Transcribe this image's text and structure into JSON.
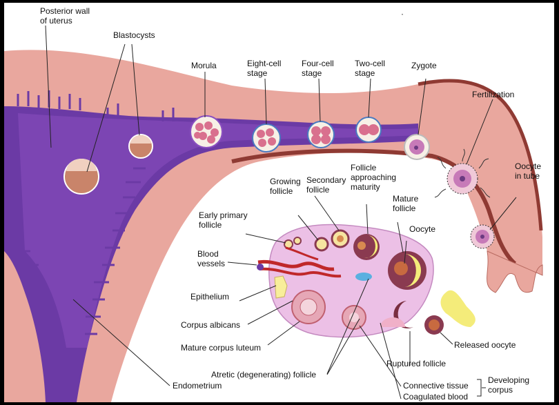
{
  "labels": {
    "posterior_wall": [
      "Posterior wall",
      "of uterus"
    ],
    "blastocysts": [
      "Blastocysts"
    ],
    "morula": [
      "Morula"
    ],
    "eight_cell": [
      "Eight-cell",
      "stage"
    ],
    "four_cell": [
      "Four-cell",
      "stage"
    ],
    "two_cell": [
      "Two-cell",
      "stage"
    ],
    "zygote": [
      "Zygote"
    ],
    "fertilization": [
      "Fertilization"
    ],
    "oocyte_in_tube": [
      "Oocyte",
      "in tube"
    ],
    "growing_follicle": [
      "Growing",
      "follicle"
    ],
    "secondary_follicle": [
      "Secondary",
      "follicle"
    ],
    "follicle_approaching_maturity": [
      "Follicle",
      "approaching",
      "maturity"
    ],
    "mature_follicle": [
      "Mature",
      "follicle"
    ],
    "oocyte": [
      "Oocyte"
    ],
    "early_primary_follicle": [
      "Early primary",
      "follicle"
    ],
    "blood_vessels": [
      "Blood",
      "vessels"
    ],
    "epithelium": [
      "Epithelium"
    ],
    "corpus_albicans": [
      "Corpus albicans"
    ],
    "mature_corpus_luteum": [
      "Mature corpus luteum"
    ],
    "atretic_follicle": [
      "Atretic (degenerating) follicle"
    ],
    "endometrium": [
      "Endometrium"
    ],
    "released_oocyte": [
      "Released oocyte"
    ],
    "ruptured_follicle": [
      "Ruptured follicle"
    ],
    "connective_tissue": [
      "Connective tissue"
    ],
    "coagulated_blood": [
      "Coagulated blood"
    ],
    "developing_corpus": [
      "Developing",
      "corpus"
    ]
  },
  "colors": {
    "uterus_wall": "#e6a29a",
    "uterus_cavity": "#6a3aa6",
    "tube_wall": "#9a4038",
    "ovary": "#e8bde3",
    "follicle_yellow": "#f4ec7a",
    "vessel_red": "#c0282a"
  }
}
